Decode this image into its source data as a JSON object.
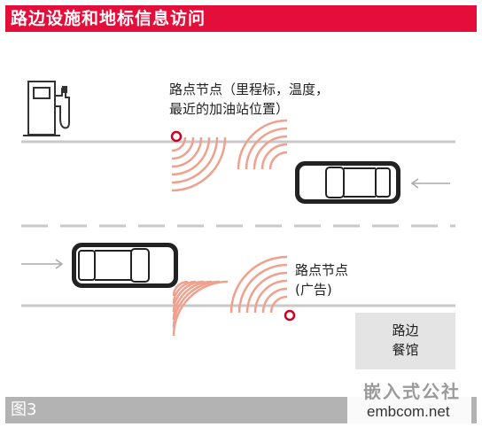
{
  "header": {
    "title": "路边设施和地标信息访问"
  },
  "footer": {
    "figure_label": "图3"
  },
  "watermark": {
    "line1": "嵌入式公社",
    "line2": "embcom.net"
  },
  "labels": {
    "node_top_line1": "路点节点（里程标，温度，",
    "node_top_line2": "最近的加油站位置）",
    "node_bottom_line1": "路点节点",
    "node_bottom_line2": "(广告)",
    "restaurant_line1": "路边",
    "restaurant_line2": "餐馆"
  },
  "colors": {
    "header": "#e30e3a",
    "signal": "#f0a08c",
    "node": "#cc0022"
  },
  "icons": [
    "gas-pump-icon",
    "car-icon",
    "arrow-icon",
    "signal-waves-icon"
  ]
}
